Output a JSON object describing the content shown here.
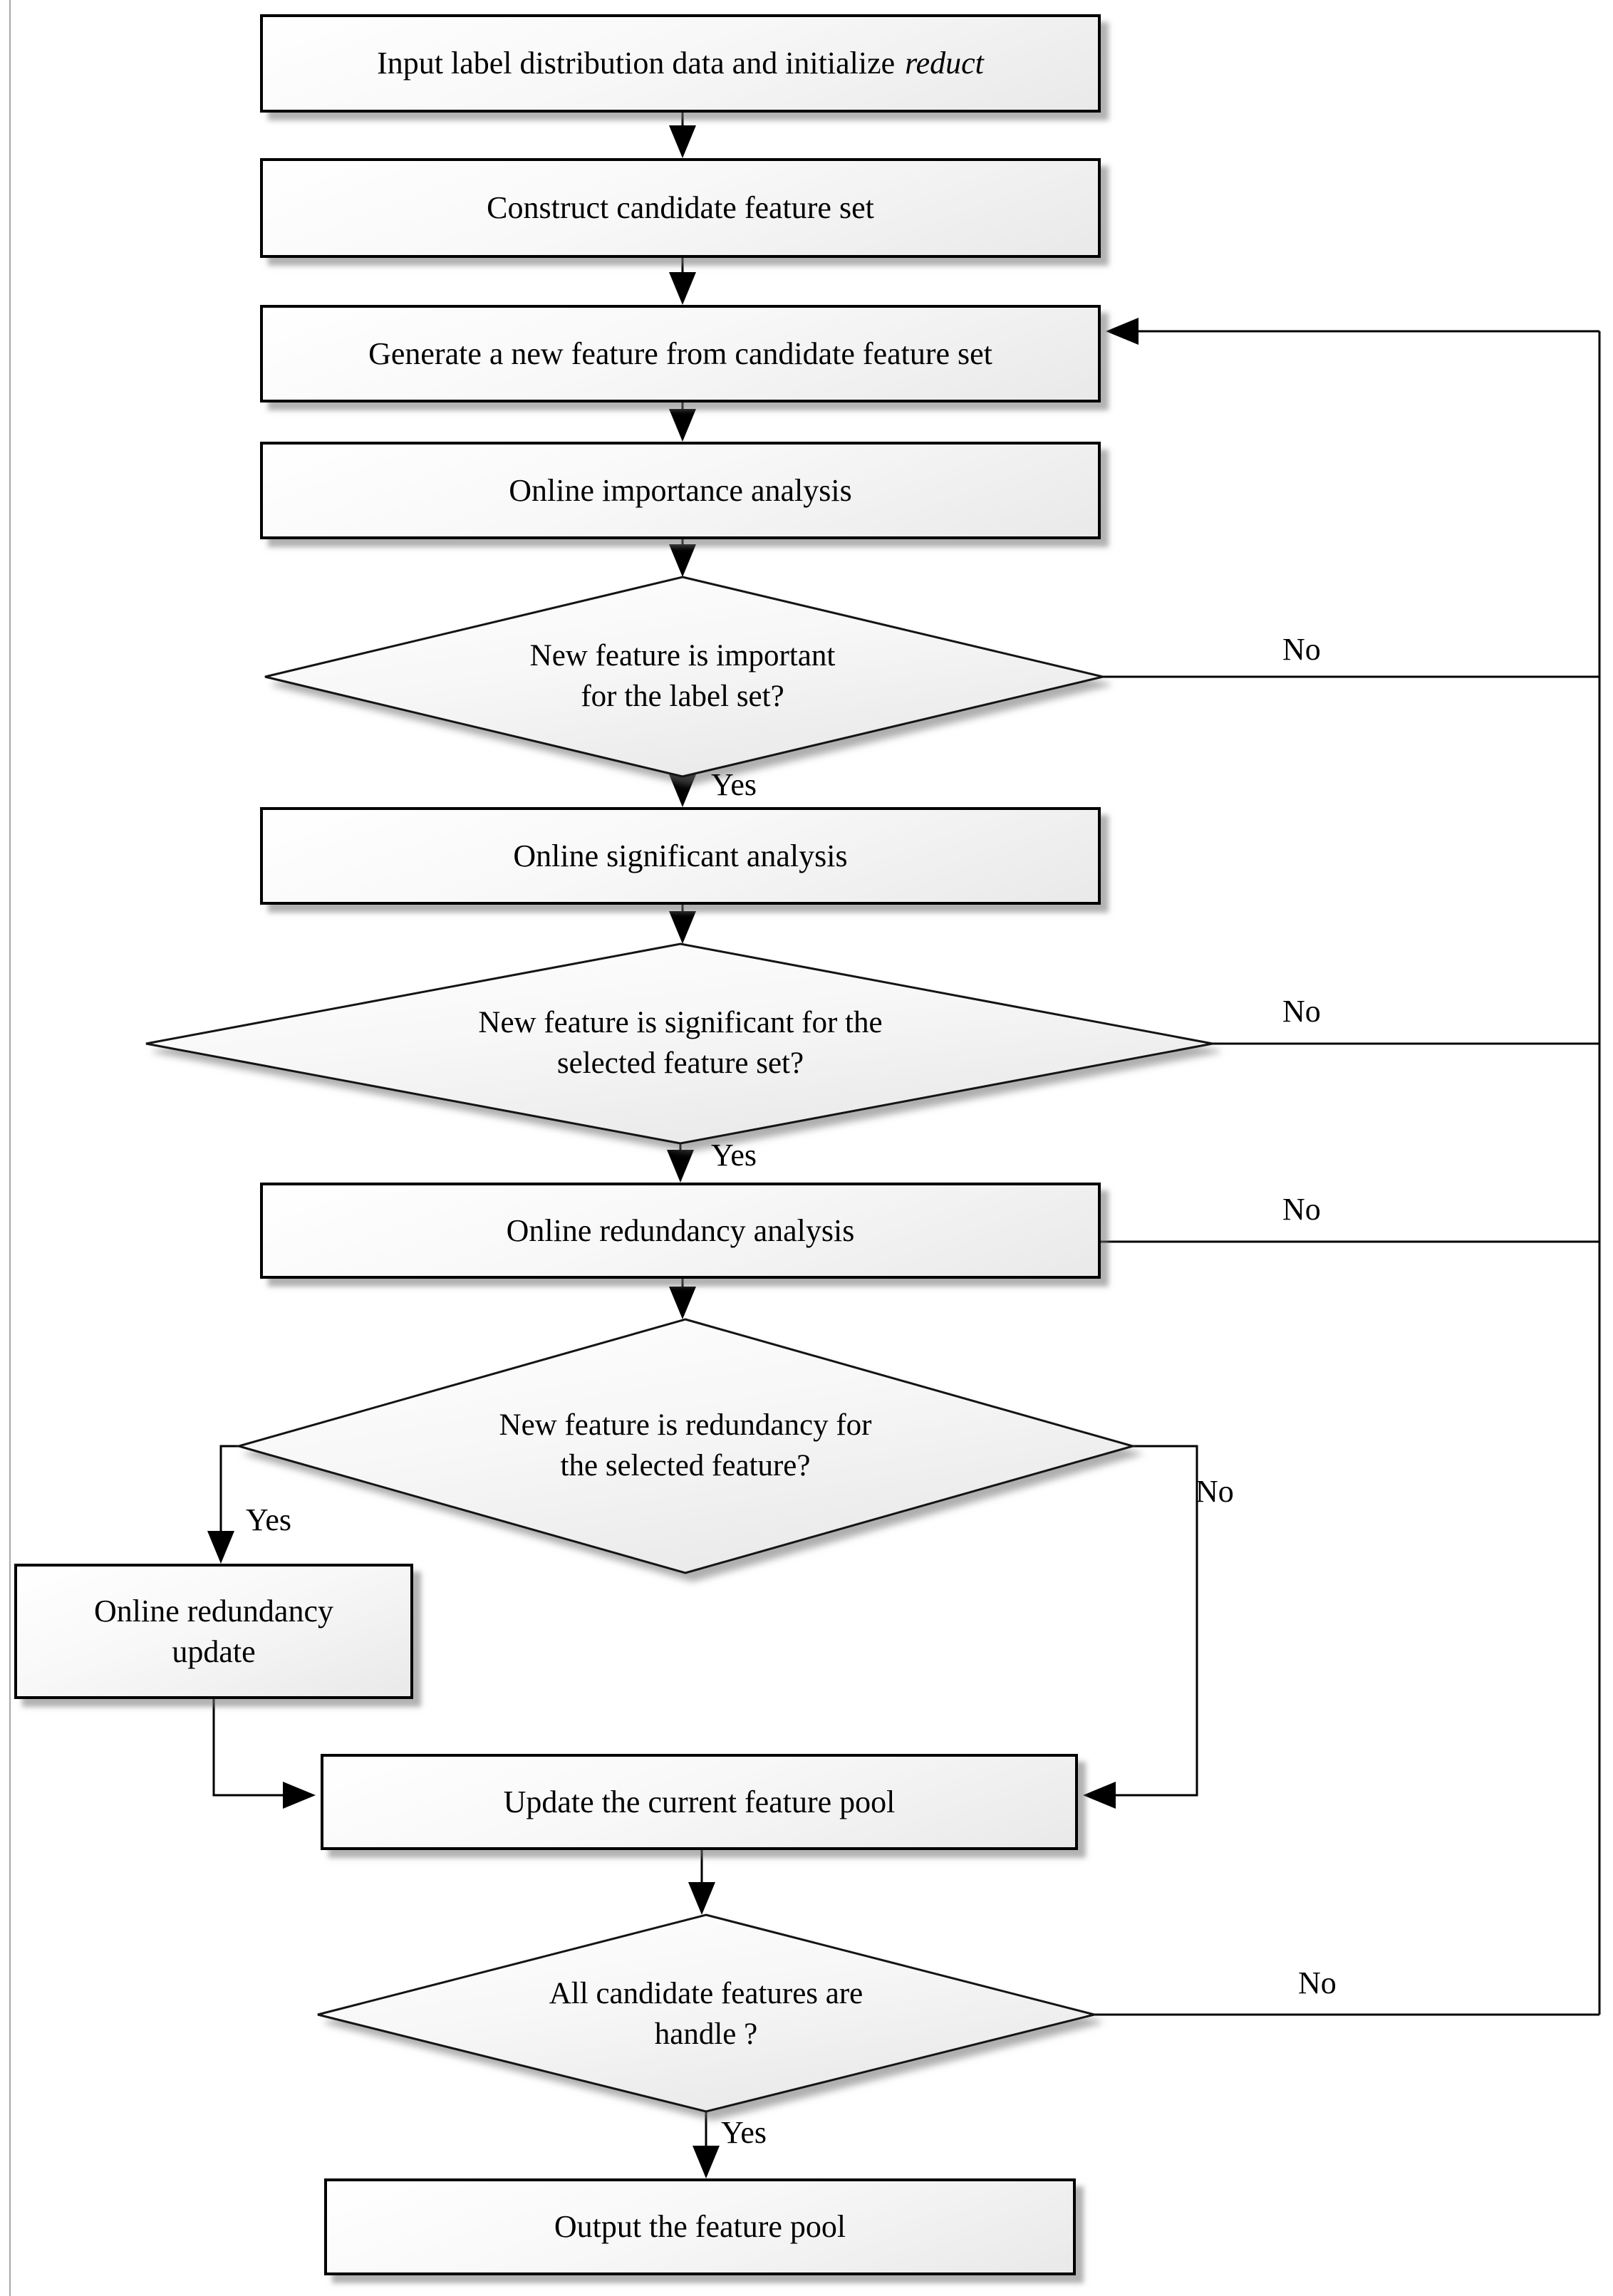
{
  "nodes": {
    "input": {
      "text_main": "Input label distribution data and initialize",
      "text_var": "reduct"
    },
    "construct": {
      "label": "Construct candidate feature set"
    },
    "generate": {
      "label": "Generate a new feature from candidate feature set"
    },
    "importance": {
      "label": "Online importance analysis"
    },
    "decision_important": {
      "line1": "New feature is important",
      "line2": "for the label set?"
    },
    "significant": {
      "label": "Online significant analysis"
    },
    "decision_significant": {
      "line1": "New feature is significant for the",
      "line2": "selected feature set?"
    },
    "redundancy_analysis": {
      "label": "Online redundancy analysis"
    },
    "decision_redundancy": {
      "line1": "New feature is redundancy for",
      "line2": "the selected feature?"
    },
    "redundancy_update": {
      "line1": "Online redundancy",
      "line2": "update"
    },
    "update_pool": {
      "label": "Update the current feature pool"
    },
    "decision_all_handled": {
      "line1": "All candidate features are",
      "line2": "handle ?"
    },
    "output": {
      "label": "Output the feature pool"
    }
  },
  "edge_labels": {
    "yes_important": "Yes",
    "no_important": "No",
    "yes_significant": "Yes",
    "no_significant": "No",
    "no_redundancy_analysis": "No",
    "yes_redundant": "Yes",
    "no_redundant": "No",
    "no_all_handled": "No",
    "yes_all_handled": "Yes"
  },
  "colors": {
    "line": "#000000",
    "shape_border": "#141414",
    "shape_fill_top": "#ffffff",
    "shape_fill_bottom": "#e9e9e9",
    "shadow": "#737373",
    "page_edge": "#a8a8a8"
  }
}
